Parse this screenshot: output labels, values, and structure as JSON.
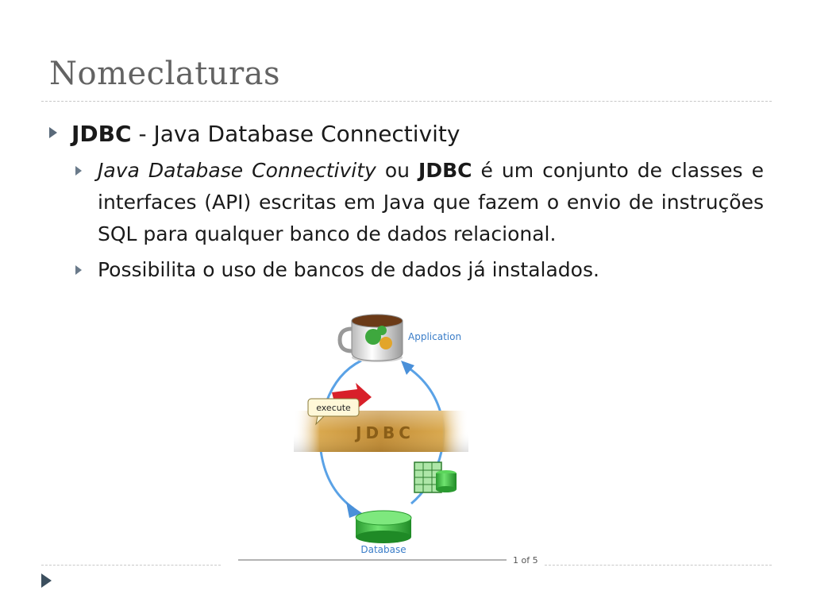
{
  "slide": {
    "title": "Nomeclaturas",
    "bullet1": {
      "bold": "JDBC",
      "rest": " - Java Database Connectivity"
    },
    "bullet2a": {
      "italic": "Java Database Connectivity",
      "mid": " ou ",
      "bold": "JDBC",
      "rest": " é um conjunto de classes e interfaces (API) escritas em Java que fazem o envio de instruções SQL para qualquer banco de dados relacional."
    },
    "bullet2b": {
      "text": "Possibilita o uso de bancos de dados já instalados."
    }
  },
  "diagram": {
    "application_label": "Application",
    "execute_label": "execute",
    "jdbc_label": "JDBC",
    "database_label": "Database",
    "page_indicator": "1 of 5"
  },
  "colors": {
    "title": "#636363",
    "bullet_marker": "#5a6a7a",
    "jdbc_band": "#c89a44",
    "arrow": "#4a90d9",
    "database": "#33b53a",
    "execute_arrow": "#d8202a"
  }
}
